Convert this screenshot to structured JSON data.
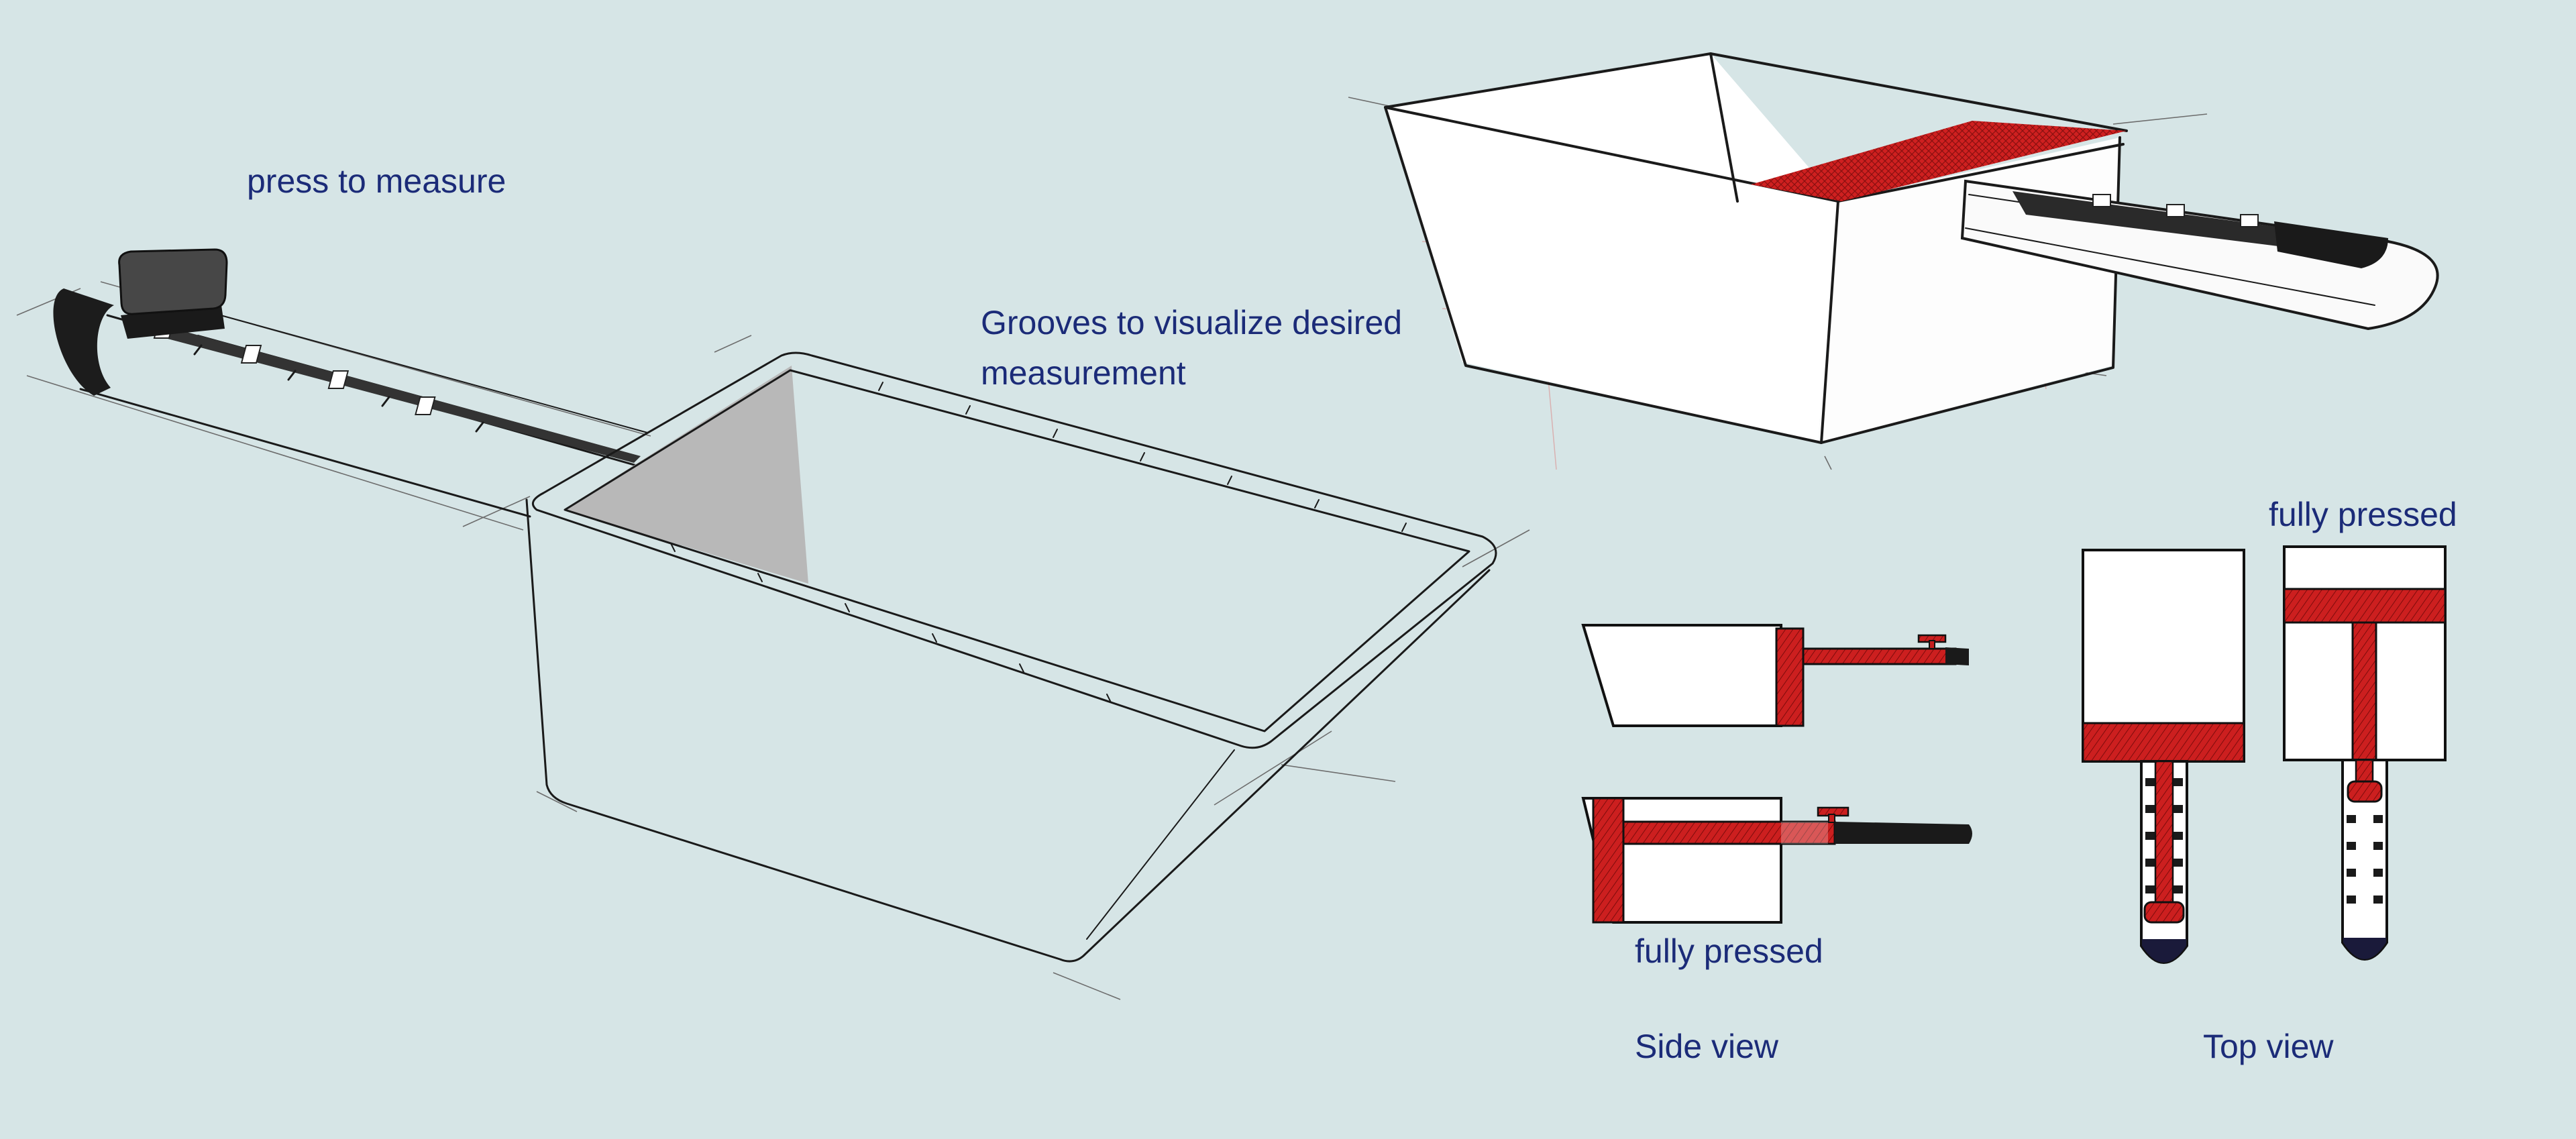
{
  "colors": {
    "background": "#d6e5e6",
    "label_text": "#1b2b78",
    "accent_red": "#cc1f1f",
    "ink": "#1a1a1a",
    "slot_grey": "#b8b8b8"
  },
  "labels": {
    "press_to_measure": "press to measure",
    "grooves_line1": "Grooves to visualize desired",
    "grooves_line2": "measurement",
    "fully_pressed_top": "fully pressed",
    "fully_pressed_side": "fully pressed",
    "side_view": "Side view",
    "top_view": "Top view"
  }
}
